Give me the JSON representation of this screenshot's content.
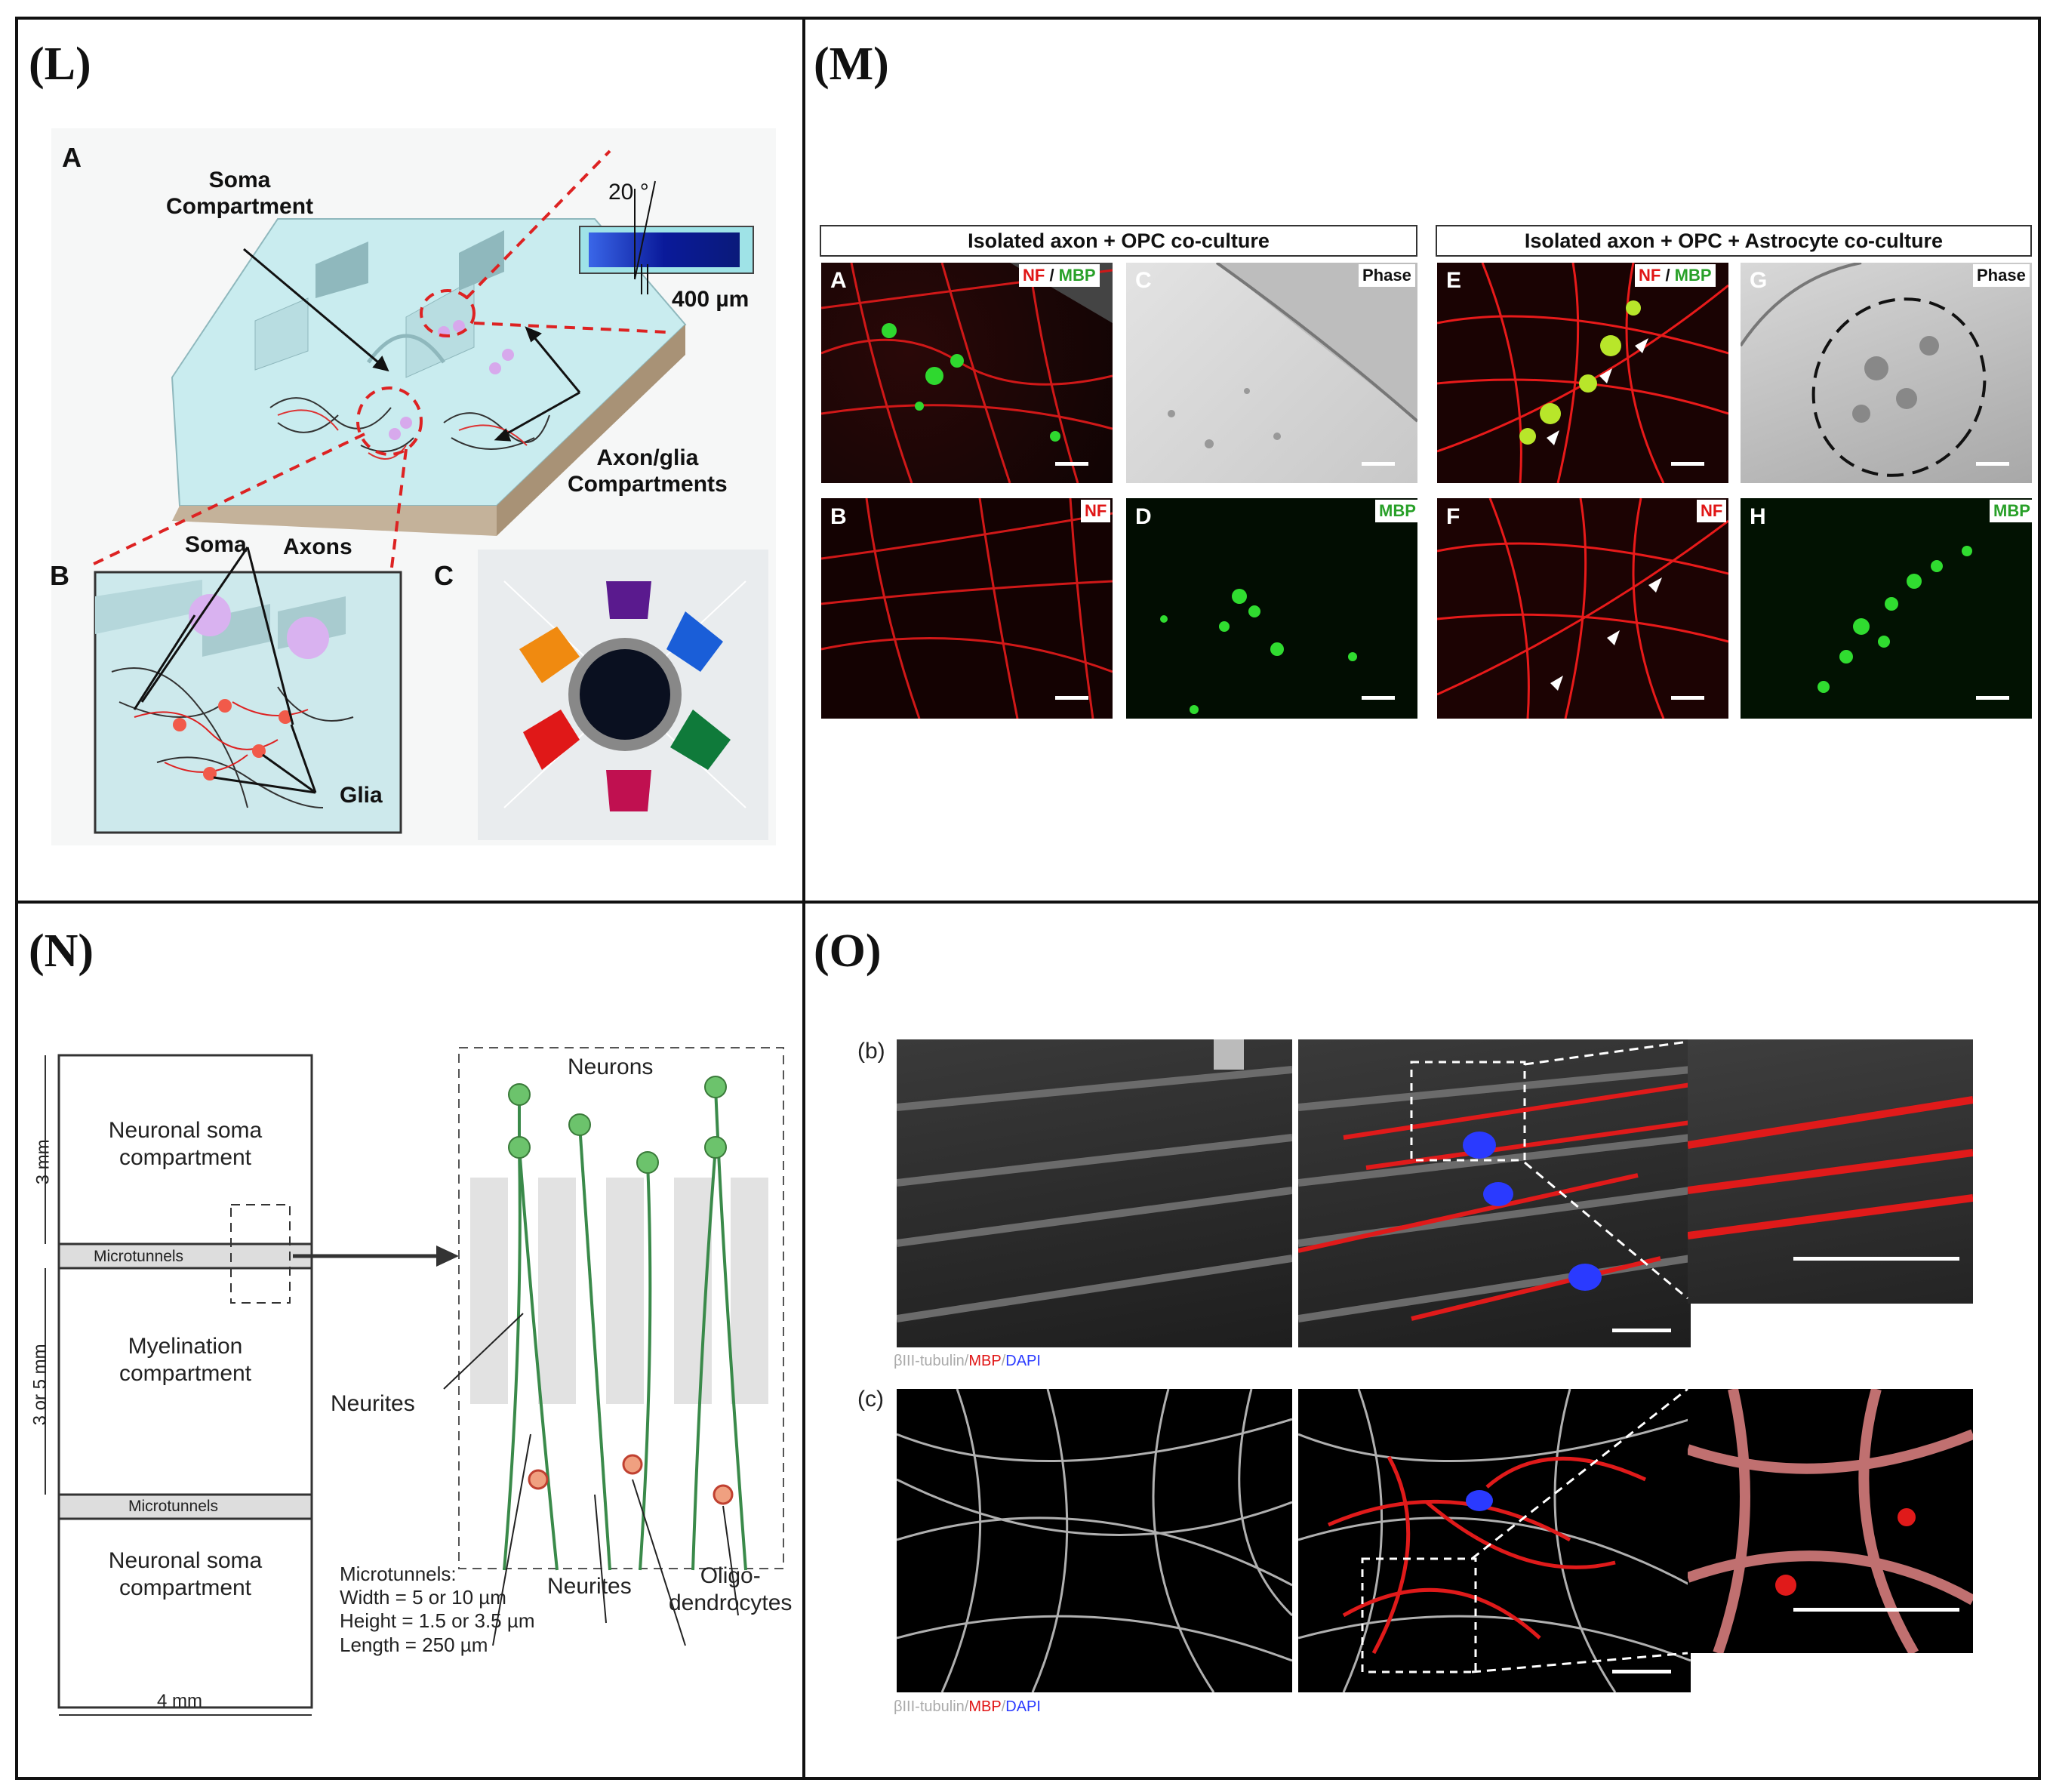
{
  "panels": {
    "L": {
      "label": "(L)",
      "subA": "A",
      "subB": "B",
      "subC": "C",
      "soma_compartment": "Soma\nCompartment",
      "angle": "20 °",
      "dimension": "400 µm",
      "axon_glia": "Axon/glia\nCompartments",
      "soma": "Soma",
      "axons": "Axons",
      "glia": "Glia"
    },
    "M": {
      "label": "(M)",
      "header_left": "Isolated axon + OPC co-culture",
      "header_right": "Isolated axon + OPC + Astrocyte co-culture",
      "tiles": [
        {
          "letter": "A",
          "stain_red": "NF",
          "sep": " / ",
          "stain_green": "MBP"
        },
        {
          "letter": "C",
          "stain": "Phase"
        },
        {
          "letter": "E",
          "stain_red": "NF",
          "sep": " / ",
          "stain_green": "MBP"
        },
        {
          "letter": "G",
          "stain": "Phase"
        },
        {
          "letter": "B",
          "stain_red": "NF"
        },
        {
          "letter": "D",
          "stain_green": "MBP"
        },
        {
          "letter": "F",
          "stain_red": "NF"
        },
        {
          "letter": "H",
          "stain_green": "MBP"
        }
      ]
    },
    "N": {
      "label": "(N)",
      "dim_top": "3 mm",
      "dim_mid": "3 or 5 mm",
      "dim_bottom": "4 mm",
      "box1": "Neuronal soma\ncompartment",
      "microtunnels1": "Microtunnels",
      "box2": "Myelination\ncompartment",
      "microtunnels2": "Microtunnels",
      "box3": "Neuronal soma\ncompartment",
      "neurons": "Neurons",
      "neurites_left": "Neurites",
      "neurites_bottom": "Neurites",
      "oligo": "Oligo-\ndendrocytes",
      "microtunnels_spec": "Microtunnels:\nWidth = 5 or 10 µm\nHeight = 1.5 or 3.5 µm\nLength = 250 µm"
    },
    "O": {
      "label": "(O)",
      "row_b": "(b)",
      "row_c": "(c)",
      "legend_grey": "βIII-tubulin",
      "legend_sep1": "/",
      "legend_red": "MBP",
      "legend_sep2": "/",
      "legend_blue": "DAPI"
    }
  },
  "colors": {
    "nf_red": "#e01515",
    "mbp_green": "#28c028",
    "dapi_blue": "#2a3aff",
    "chip_cyan": "#c9ecef"
  }
}
